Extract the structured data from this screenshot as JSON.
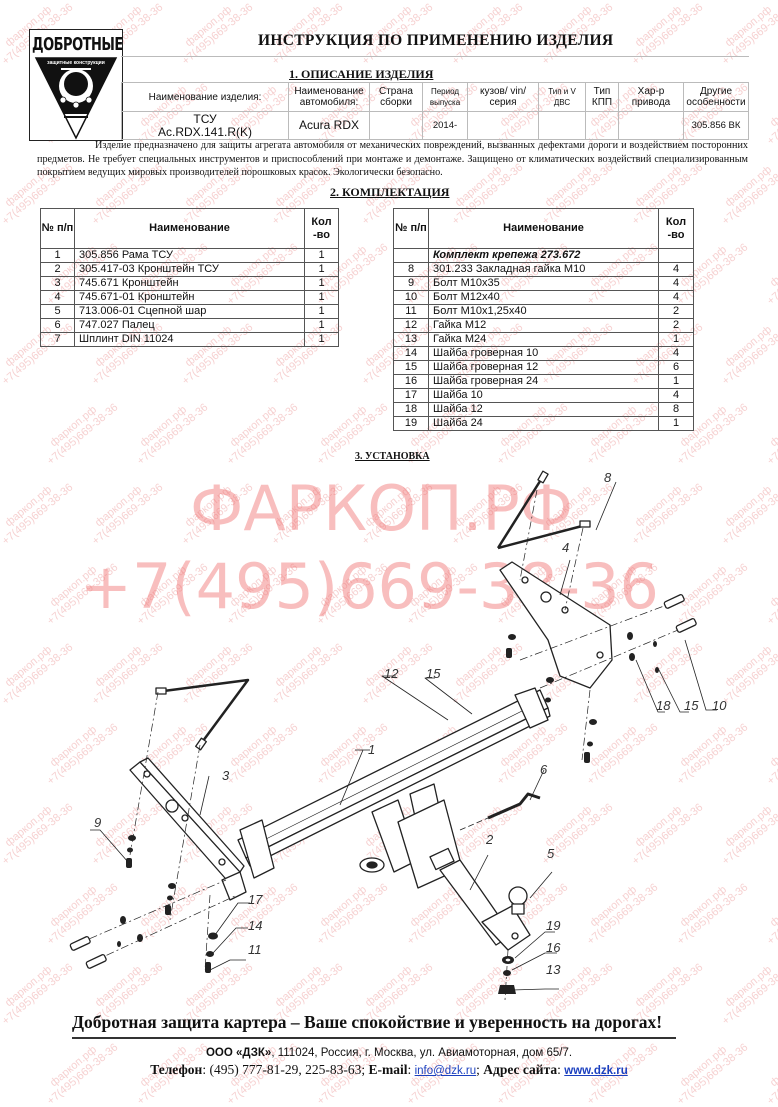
{
  "header": {
    "logo_title": "ДОБРОТНЫЕ",
    "logo_subtitle": "защитные конструкции",
    "title": "ИНСТРУКЦИЯ ПО ПРИМЕНЕНИЮ ИЗДЕЛИЯ"
  },
  "section1": {
    "title": "1. ОПИСАНИЕ ИЗДЕЛИЯ",
    "columns": {
      "product_name": "Наименование изделия:",
      "car_name": "Наименование автомобиля:",
      "country": "Страна сборки",
      "period": "Период выпуска",
      "body": "кузов/ vin/серия",
      "engine": "Тип и V ДВС",
      "gearbox": "Тип КПП",
      "drive": "Хар-р привода",
      "other": "Другие особенности"
    },
    "values": {
      "product_name_line1": "ТСУ",
      "product_name_line2": "Ac.RDX.141.R(K)",
      "car_name": "Acura RDX",
      "country": "",
      "period": "2014-",
      "body": "",
      "engine": "",
      "gearbox": "",
      "drive": "",
      "other": "305.856 ВК"
    },
    "description": "Изделие предназначено для защиты агрегата автомобиля от механических повреждений, вызванных дефектами дороги и воздействием посторонних предметов. Не требует специальных инструментов и приспособлений при монтаже и демонтаже. Защищено от климатических воздействий специализированным покрытием ведущих мировых производителей порошковых красок. Экологически безопасно."
  },
  "section2": {
    "title": "2. КОМПЛЕКТАЦИЯ",
    "headers": {
      "num": "№ п/п",
      "name": "Наименование",
      "qty": "Кол -во"
    },
    "left_table": [
      {
        "num": "1",
        "name": "305.856 Рама ТСУ",
        "qty": "1"
      },
      {
        "num": "2",
        "name": "305.417-03  Кронштейн ТСУ",
        "qty": "1"
      },
      {
        "num": "3",
        "name": "745.671 Кронштейн",
        "qty": "1"
      },
      {
        "num": "4",
        "name": "745.671-01 Кронштейн",
        "qty": "1"
      },
      {
        "num": "5",
        "name": "713.006-01 Сцепной шар",
        "qty": "1"
      },
      {
        "num": "6",
        "name": "747.027 Палец",
        "qty": "1"
      },
      {
        "num": "7",
        "name": "Шплинт DIN 11024",
        "qty": "1"
      }
    ],
    "kit_title": "Комплект крепежа  273.672",
    "right_table": [
      {
        "num": "8",
        "name": "301.233 Закладная гайка М10",
        "qty": "4"
      },
      {
        "num": "9",
        "name": "Болт М10х35",
        "qty": "4"
      },
      {
        "num": "10",
        "name": "Болт М12х40",
        "qty": "4"
      },
      {
        "num": "11",
        "name": "Болт М10х1,25х40",
        "qty": "2"
      },
      {
        "num": "12",
        "name": "Гайка М12",
        "qty": "2"
      },
      {
        "num": "13",
        "name": "Гайка М24",
        "qty": "1"
      },
      {
        "num": "14",
        "name": "Шайба гроверная 10",
        "qty": "4"
      },
      {
        "num": "15",
        "name": "Шайба гроверная 12",
        "qty": "6"
      },
      {
        "num": "16",
        "name": "Шайба гроверная 24",
        "qty": "1"
      },
      {
        "num": "17",
        "name": "Шайба 10",
        "qty": "4"
      },
      {
        "num": "18",
        "name": "Шайба  12",
        "qty": "8"
      },
      {
        "num": "19",
        "name": "Шайба  24",
        "qty": "1"
      }
    ]
  },
  "section3": {
    "title": "3. УСТАНОВКА",
    "callouts": [
      "1",
      "2",
      "3",
      "4",
      "5",
      "6",
      "8",
      "9",
      "10",
      "11",
      "12",
      "13",
      "14",
      "15",
      "15",
      "16",
      "17",
      "18",
      "19"
    ]
  },
  "watermark": {
    "line1": "ФАРКОП.РФ",
    "line2": "+7(495)669-38-36",
    "small1": "фаркоп.рф",
    "small2": "+7(495)669-38-36"
  },
  "footer": {
    "slogan": "Добротная защита картера – Ваше спокойствие и уверенность на дорогах!",
    "company_name": "ООО «ДЗК»",
    "company_address": ", 111024, Россия, г. Москва, ул. Авиамоторная, дом 65/7.",
    "phone_label": "Телефон",
    "phone_value": ": (495) 777-81-29, 225-83-63; ",
    "email_label": "E-mail",
    "email_sep": ": ",
    "email": "info@dzk.ru",
    "site_sep": "; ",
    "site_label": "Адрес сайта",
    "site_colon": ": ",
    "site": "www.dzk.ru"
  },
  "colors": {
    "watermark": "#f07070",
    "link": "#1a3fbf"
  }
}
